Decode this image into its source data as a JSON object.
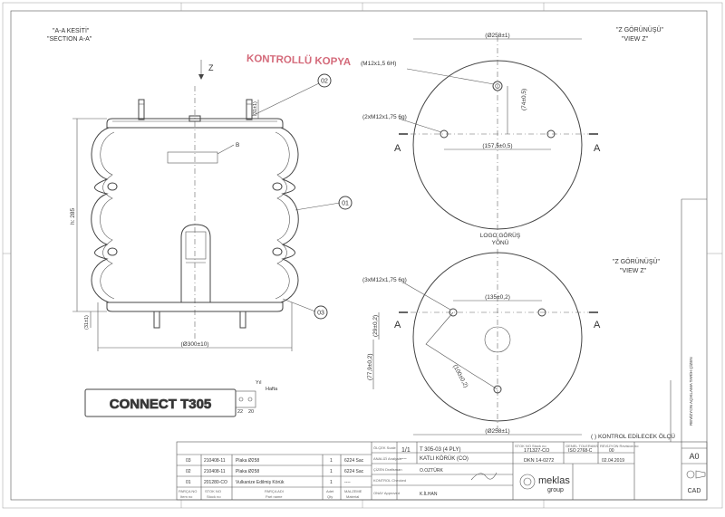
{
  "section_label": {
    "tr": "\"A-A KESİTİ\"",
    "en": "\"SECTION A-A\""
  },
  "view_label_top": {
    "tr": "\"Z GÖRÜNÜŞÜ\"",
    "en": "\"VIEW Z\""
  },
  "view_label_bottom": {
    "tr": "\"Z GÖRÜNÜŞÜ\"",
    "en": "\"VIEW Z\""
  },
  "stamp": "KONTROLLÜ KOPYA",
  "axis_z": "Z",
  "balloons": [
    "02",
    "01",
    "03"
  ],
  "detail_b": "B",
  "section_letter": "A",
  "logo_view": {
    "line1": "LOGO GÖRÜŞ",
    "line2": "YÖNÜ"
  },
  "dims": {
    "height": "h: 285",
    "bolt_top": "(31±1)",
    "bolt_bottom": "(31±1)",
    "dia_300": "(Ø300±10)",
    "top_dia": "(Ø258±1)",
    "m12": "(M12x1,5 6H)",
    "m12x2": "(2xM12x1,75 6g)",
    "d157": "(157,5±0,5)",
    "d74": "(74±0,5)",
    "m12x3": "(3xM12x1,75 6g)",
    "d135": "(135±0,2)",
    "d29": "(29±0,2)",
    "d77": "(77,9±0,2)",
    "d100": "(100±0,2)",
    "bottom_dia": "(Ø258±1)"
  },
  "connect_label": "CONNECT T305",
  "connect_dims": {
    "yil": "Yıl",
    "hafta": "Hafta",
    "d22": "22",
    "d20": "20"
  },
  "control_note": "( ) KONTROL EDİLECEK ÖLÇÜ",
  "parts_table": {
    "rows": [
      {
        "no": "03",
        "code": "210408-11",
        "name": "Plaka Ø258",
        "qty": "1",
        "material": "6224 Sac"
      },
      {
        "no": "02",
        "code": "210408-11",
        "name": "Plaka Ø258",
        "qty": "1",
        "material": "6224 Sac"
      },
      {
        "no": "01",
        "code": "201280-CO",
        "name": "Vulkanize Edilmiş Körük",
        "qty": "1",
        "material": "----"
      }
    ],
    "headers": [
      {
        "tr": "PARÇA NO",
        "en": "Item no"
      },
      {
        "tr": "STOK NO",
        "en": "Stock no"
      },
      {
        "tr": "PARÇA ADI",
        "en": "Part name"
      },
      {
        "tr": "Adet",
        "en": "Qty"
      },
      {
        "tr": "MALZEME",
        "en": "Material"
      }
    ]
  },
  "title_block": {
    "scale_label": "ÖLÇEK Scale",
    "scale": "1/1",
    "part_name": "T 305-03 (4 PLY)",
    "part_desc": "KATLI KÖRÜK (CO)",
    "tolerance_label": "ANALİZİ Analysis",
    "tolerance": "----",
    "drawn_label": "ÇİZEN Draftsman",
    "drawn": "O.OZTÜRK",
    "checked_label": "KONTROL Checked",
    "approved_label": "ONAY Approved",
    "approved": "K.İLHAN",
    "stock_label": "STOK NO Stock no",
    "stock_no": "171327-CO",
    "std_label": "GENEL TOLERANS",
    "std": "ISO 2768-C",
    "dkn": "DKN 14-0272",
    "rev_label": "REVİZYON Revision no",
    "rev": "00",
    "date": "02.04.2019",
    "sheet_size": "A0",
    "company": "meklas",
    "company_sub": "group",
    "cad": "CAD",
    "rev_cols": "REVİZYON AÇIKLAMA TARİH ÇİZEN"
  }
}
